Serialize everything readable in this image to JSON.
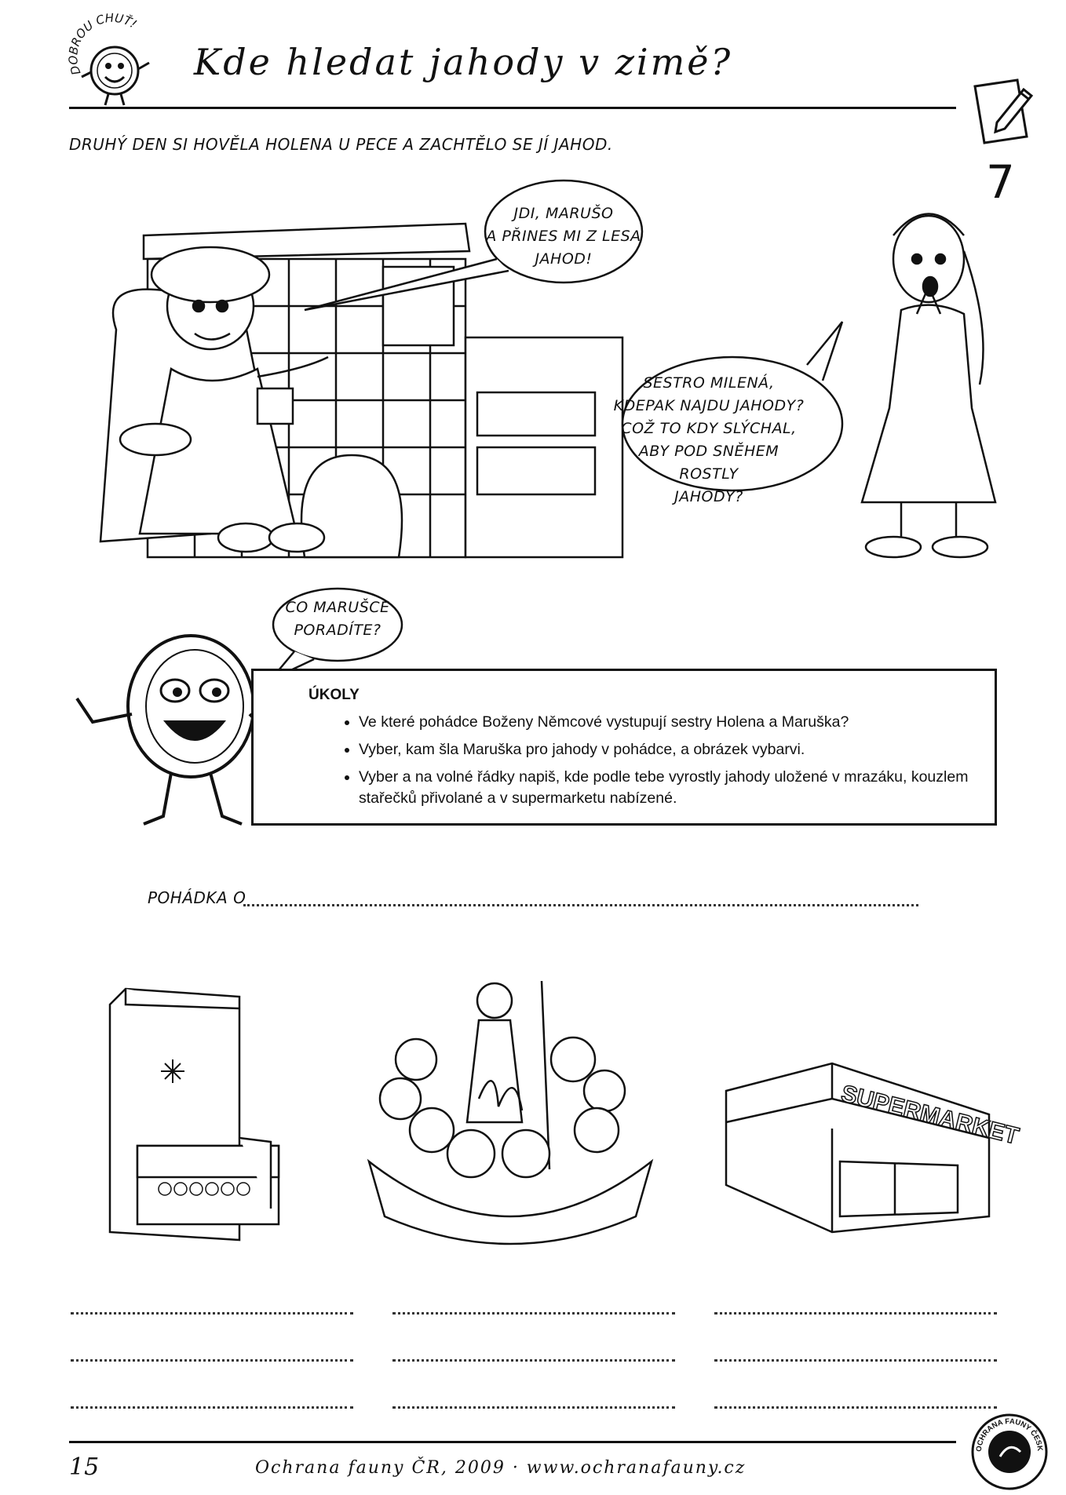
{
  "header": {
    "logo_text": "DOBROU CHUŤ!",
    "title": "Kde hledat jahody v zimě?",
    "page_marker": "7",
    "intro": "DRUHÝ DEN SI HOVĚLA HOLENA U PECE A ZACHTĚLO SE JÍ JAHOD."
  },
  "comic": {
    "holena_bubble": [
      "JDI, MARUŠO",
      "A PŘINES MI Z LESA",
      "JAHOD!"
    ],
    "maruska_bubble": [
      "SESTRO MILENÁ,",
      "KDEPAK NAJDU JAHODY?",
      "COŽ TO KDY SLÝCHAL,",
      "ABY POD SNĚHEM ROSTLY",
      "JAHODY?"
    ],
    "mascot_bubble": [
      "CO MARUŠCE",
      "PORADÍTE?"
    ]
  },
  "tasks": {
    "title": "ÚKOLY",
    "items": [
      "Ve které pohádce Boženy Němcové vystupují sestry Holena a Maruška?",
      "Vyber, kam šla Maruška pro jahody v pohádce, a obrázek vybarvi.",
      "Vyber a na volné řádky napiš, kde podle tebe vyrostly jahody uložené v mrazáku, kouzlem stařečků přivolané a v supermarketu nabízené."
    ]
  },
  "fairy_tale_label": "POHÁDKA O",
  "pictures": {
    "supermarket_sign": "SUPERMARKET"
  },
  "footer": {
    "page_number": "15",
    "credit": "Ochrana fauny ČR, 2009 · www.ochranafauny.cz",
    "seal_text": "OCHRANA FAUNY ČESKÉ REPUBLIKY"
  },
  "icons": {
    "notepad": "pencil-notepad-icon",
    "logo": "smiling-plate-logo"
  }
}
